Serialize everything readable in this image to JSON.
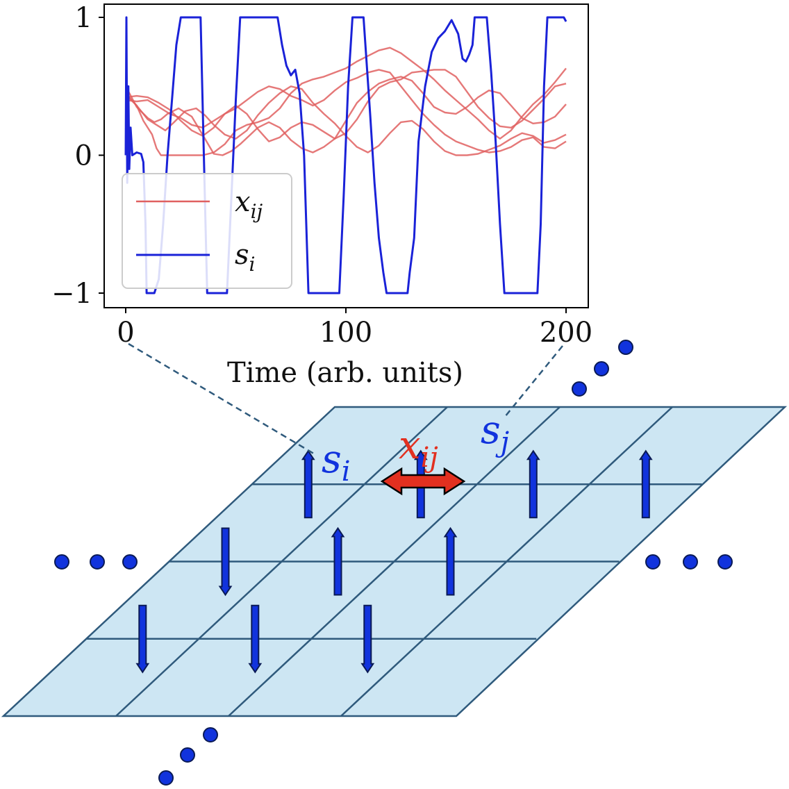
{
  "chart_data": {
    "type": "line",
    "xlabel": "Time (arb. units)",
    "ylabel": "",
    "xlim": [
      0,
      200
    ],
    "ylim": [
      -1,
      1
    ],
    "xticks": [
      "0",
      "100",
      "200"
    ],
    "yticks": [
      "1",
      "0",
      "−1"
    ],
    "legend": {
      "placement": "lower-left",
      "entries": [
        {
          "symbol": "x",
          "sub": "ij",
          "color": "#e06060"
        },
        {
          "symbol": "s",
          "sub": "i",
          "color": "#1a22d8"
        }
      ]
    },
    "series": [
      {
        "key": "s_i",
        "color": "#1a22d8",
        "points": [
          [
            0,
            0.0
          ],
          [
            0.3,
            1.0
          ],
          [
            0.7,
            -0.2
          ],
          [
            1.2,
            0.5
          ],
          [
            1.6,
            -0.1
          ],
          [
            2.2,
            0.2
          ],
          [
            3,
            0.0
          ],
          [
            5,
            0.02
          ],
          [
            7,
            0.01
          ],
          [
            8,
            -0.05
          ],
          [
            9,
            -0.5
          ],
          [
            9.5,
            -1
          ],
          [
            13,
            -1
          ],
          [
            15,
            -0.9
          ],
          [
            17,
            -0.5
          ],
          [
            19,
            0.0
          ],
          [
            21,
            0.4
          ],
          [
            23,
            0.8
          ],
          [
            25,
            1
          ],
          [
            34,
            1
          ],
          [
            35.5,
            0.0
          ],
          [
            37,
            -1
          ],
          [
            46,
            -1
          ],
          [
            48,
            -0.3
          ],
          [
            50,
            0.4
          ],
          [
            52,
            1
          ],
          [
            69,
            1
          ],
          [
            71,
            0.8
          ],
          [
            73,
            0.65
          ],
          [
            75,
            0.58
          ],
          [
            77,
            0.62
          ],
          [
            79,
            0.45
          ],
          [
            81,
            0
          ],
          [
            83,
            -1
          ],
          [
            97,
            -1
          ],
          [
            99,
            -0.3
          ],
          [
            101,
            0.5
          ],
          [
            103,
            1
          ],
          [
            108,
            1
          ],
          [
            111,
            0.3
          ],
          [
            113,
            -0.2
          ],
          [
            115,
            -0.6
          ],
          [
            117,
            -0.85
          ],
          [
            118.5,
            -1
          ],
          [
            128,
            -1
          ],
          [
            129,
            -0.85
          ],
          [
            131,
            -0.6
          ],
          [
            133,
            0.1
          ],
          [
            136,
            0.5
          ],
          [
            139,
            0.75
          ],
          [
            142,
            0.85
          ],
          [
            145,
            0.9
          ],
          [
            148,
            0.98
          ],
          [
            151,
            0.88
          ],
          [
            153,
            0.7
          ],
          [
            154.5,
            0.68
          ],
          [
            156,
            0.73
          ],
          [
            157.5,
            0.8
          ],
          [
            158.5,
            1
          ],
          [
            164,
            1
          ],
          [
            166,
            0.6
          ],
          [
            168,
            0.1
          ],
          [
            170,
            -0.5
          ],
          [
            172,
            -1
          ],
          [
            187,
            -1
          ],
          [
            188.5,
            -0.5
          ],
          [
            190,
            0.5
          ],
          [
            191.5,
            1
          ],
          [
            199,
            1
          ],
          [
            200,
            0.97
          ]
        ]
      },
      {
        "key": "x_ij_1",
        "color": "#e06060",
        "points": [
          [
            0,
            0.5
          ],
          [
            5,
            0.35
          ],
          [
            10,
            0.27
          ],
          [
            13,
            0.24
          ],
          [
            16,
            0.26
          ],
          [
            19,
            0.3
          ],
          [
            24,
            0.34
          ],
          [
            30,
            0.28
          ],
          [
            36,
            0.12
          ],
          [
            40,
            0.01
          ],
          [
            44,
            0.0
          ],
          [
            48,
            0.03
          ],
          [
            52,
            0.08
          ],
          [
            56,
            0.14
          ],
          [
            60,
            0.2
          ],
          [
            65,
            0.24
          ],
          [
            70,
            0.2
          ],
          [
            75,
            0.11
          ],
          [
            80,
            0.05
          ],
          [
            85,
            0.02
          ],
          [
            90,
            0.06
          ],
          [
            95,
            0.12
          ],
          [
            100,
            0.25
          ],
          [
            105,
            0.38
          ],
          [
            110,
            0.46
          ],
          [
            115,
            0.52
          ],
          [
            120,
            0.55
          ],
          [
            125,
            0.57
          ],
          [
            130,
            0.54
          ],
          [
            135,
            0.45
          ],
          [
            140,
            0.35
          ],
          [
            145,
            0.31
          ],
          [
            150,
            0.3
          ],
          [
            155,
            0.35
          ],
          [
            160,
            0.42
          ],
          [
            165,
            0.47
          ],
          [
            170,
            0.45
          ],
          [
            175,
            0.36
          ],
          [
            180,
            0.27
          ],
          [
            185,
            0.23
          ],
          [
            190,
            0.24
          ],
          [
            195,
            0.28
          ],
          [
            200,
            0.37
          ]
        ]
      },
      {
        "key": "x_ij_2",
        "color": "#e06060",
        "points": [
          [
            0,
            0.45
          ],
          [
            5,
            0.36
          ],
          [
            10,
            0.26
          ],
          [
            14,
            0.22
          ],
          [
            18,
            0.18
          ],
          [
            22,
            0.24
          ],
          [
            27,
            0.32
          ],
          [
            32,
            0.34
          ],
          [
            36,
            0.29
          ],
          [
            40,
            0.22
          ],
          [
            45,
            0.15
          ],
          [
            50,
            0.12
          ],
          [
            55,
            0.18
          ],
          [
            60,
            0.29
          ],
          [
            65,
            0.38
          ],
          [
            70,
            0.45
          ],
          [
            75,
            0.5
          ],
          [
            80,
            0.48
          ],
          [
            85,
            0.38
          ],
          [
            90,
            0.3
          ],
          [
            95,
            0.23
          ],
          [
            100,
            0.14
          ],
          [
            105,
            0.06
          ],
          [
            110,
            0.02
          ],
          [
            115,
            0.07
          ],
          [
            120,
            0.16
          ],
          [
            125,
            0.24
          ],
          [
            130,
            0.25
          ],
          [
            135,
            0.19
          ],
          [
            140,
            0.1
          ],
          [
            145,
            0.03
          ],
          [
            150,
            0.0
          ],
          [
            155,
            0.0
          ],
          [
            160,
            0.01
          ],
          [
            165,
            0.04
          ],
          [
            170,
            0.07
          ],
          [
            175,
            0.12
          ],
          [
            180,
            0.16
          ],
          [
            185,
            0.14
          ],
          [
            190,
            0.09
          ],
          [
            195,
            0.11
          ],
          [
            200,
            0.15
          ]
        ]
      },
      {
        "key": "x_ij_3",
        "color": "#e06060",
        "points": [
          [
            0,
            0.4
          ],
          [
            5,
            0.39
          ],
          [
            10,
            0.4
          ],
          [
            15,
            0.35
          ],
          [
            20,
            0.3
          ],
          [
            25,
            0.27
          ],
          [
            30,
            0.22
          ],
          [
            35,
            0.2
          ],
          [
            40,
            0.25
          ],
          [
            45,
            0.3
          ],
          [
            50,
            0.34
          ],
          [
            55,
            0.4
          ],
          [
            60,
            0.46
          ],
          [
            65,
            0.5
          ],
          [
            70,
            0.48
          ],
          [
            75,
            0.43
          ],
          [
            80,
            0.4
          ],
          [
            85,
            0.36
          ],
          [
            90,
            0.4
          ],
          [
            95,
            0.47
          ],
          [
            100,
            0.53
          ],
          [
            105,
            0.56
          ],
          [
            110,
            0.6
          ],
          [
            115,
            0.62
          ],
          [
            120,
            0.6
          ],
          [
            125,
            0.5
          ],
          [
            130,
            0.4
          ],
          [
            135,
            0.3
          ],
          [
            140,
            0.22
          ],
          [
            145,
            0.15
          ],
          [
            150,
            0.1
          ],
          [
            155,
            0.07
          ],
          [
            160,
            0.04
          ],
          [
            165,
            0.02
          ],
          [
            170,
            0.03
          ],
          [
            175,
            0.06
          ],
          [
            180,
            0.11
          ],
          [
            185,
            0.13
          ],
          [
            190,
            0.06
          ],
          [
            195,
            0.05
          ],
          [
            200,
            0.1
          ]
        ]
      },
      {
        "key": "x_ij_4",
        "color": "#e06060",
        "points": [
          [
            0,
            0.42
          ],
          [
            5,
            0.43
          ],
          [
            10,
            0.42
          ],
          [
            15,
            0.38
          ],
          [
            20,
            0.33
          ],
          [
            25,
            0.25
          ],
          [
            30,
            0.18
          ],
          [
            35,
            0.14
          ],
          [
            40,
            0.2
          ],
          [
            45,
            0.3
          ],
          [
            50,
            0.36
          ],
          [
            55,
            0.3
          ],
          [
            60,
            0.19
          ],
          [
            65,
            0.1
          ],
          [
            70,
            0.13
          ],
          [
            75,
            0.2
          ],
          [
            80,
            0.24
          ],
          [
            85,
            0.22
          ],
          [
            90,
            0.17
          ],
          [
            95,
            0.12
          ],
          [
            100,
            0.16
          ],
          [
            105,
            0.26
          ],
          [
            110,
            0.39
          ],
          [
            115,
            0.49
          ],
          [
            120,
            0.53
          ],
          [
            125,
            0.55
          ],
          [
            130,
            0.6
          ],
          [
            135,
            0.61
          ],
          [
            140,
            0.62
          ],
          [
            145,
            0.62
          ],
          [
            150,
            0.57
          ],
          [
            155,
            0.46
          ],
          [
            160,
            0.35
          ],
          [
            165,
            0.27
          ],
          [
            170,
            0.21
          ],
          [
            175,
            0.2
          ],
          [
            180,
            0.25
          ],
          [
            185,
            0.33
          ],
          [
            190,
            0.41
          ],
          [
            195,
            0.5
          ],
          [
            200,
            0.52
          ]
        ]
      },
      {
        "key": "x_ij_5",
        "color": "#e06060",
        "points": [
          [
            0,
            0.44
          ],
          [
            5,
            0.36
          ],
          [
            8,
            0.25
          ],
          [
            12,
            0.15
          ],
          [
            14,
            0.05
          ],
          [
            16,
            0.0
          ],
          [
            35,
            0.0
          ],
          [
            40,
            0.02
          ],
          [
            45,
            0.08
          ],
          [
            50,
            0.18
          ],
          [
            55,
            0.22
          ],
          [
            60,
            0.24
          ],
          [
            65,
            0.27
          ],
          [
            70,
            0.34
          ],
          [
            75,
            0.45
          ],
          [
            80,
            0.52
          ],
          [
            85,
            0.55
          ],
          [
            90,
            0.57
          ],
          [
            95,
            0.6
          ],
          [
            100,
            0.63
          ],
          [
            105,
            0.68
          ],
          [
            110,
            0.72
          ],
          [
            115,
            0.76
          ],
          [
            120,
            0.78
          ],
          [
            125,
            0.74
          ],
          [
            130,
            0.68
          ],
          [
            135,
            0.62
          ],
          [
            140,
            0.55
          ],
          [
            145,
            0.47
          ],
          [
            150,
            0.4
          ],
          [
            155,
            0.33
          ],
          [
            160,
            0.26
          ],
          [
            165,
            0.18
          ],
          [
            170,
            0.12
          ],
          [
            175,
            0.18
          ],
          [
            180,
            0.28
          ],
          [
            185,
            0.37
          ],
          [
            190,
            0.44
          ],
          [
            195,
            0.53
          ],
          [
            200,
            0.63
          ]
        ]
      }
    ]
  },
  "diagram": {
    "grid_cols": 4,
    "grid_rows": 4,
    "plane_fill": "#cde6f3",
    "plane_stroke": "#2f5a7c",
    "spin_color": "#1133dd",
    "coupling_color": "#e23020",
    "label_s_i": {
      "symbol": "s",
      "sub": "i"
    },
    "label_s_j": {
      "symbol": "s",
      "sub": "j"
    },
    "label_x_ij": {
      "symbol": "x",
      "sub": "ij"
    },
    "spins": [
      {
        "u": 0.5,
        "v": 0.5,
        "dir": "up"
      },
      {
        "u": 0.5,
        "v": 1.5,
        "dir": "down"
      },
      {
        "u": 0.5,
        "v": 2.5,
        "dir": "down"
      },
      {
        "u": 1.5,
        "v": 0.5,
        "dir": "up"
      },
      {
        "u": 1.5,
        "v": 1.5,
        "dir": "up"
      },
      {
        "u": 1.5,
        "v": 2.5,
        "dir": "down"
      },
      {
        "u": 2.5,
        "v": 0.5,
        "dir": "up"
      },
      {
        "u": 2.5,
        "v": 1.5,
        "dir": "up"
      },
      {
        "u": 2.5,
        "v": 2.5,
        "dir": "down"
      },
      {
        "u": 3.5,
        "v": 0.5,
        "dir": "up"
      }
    ]
  }
}
